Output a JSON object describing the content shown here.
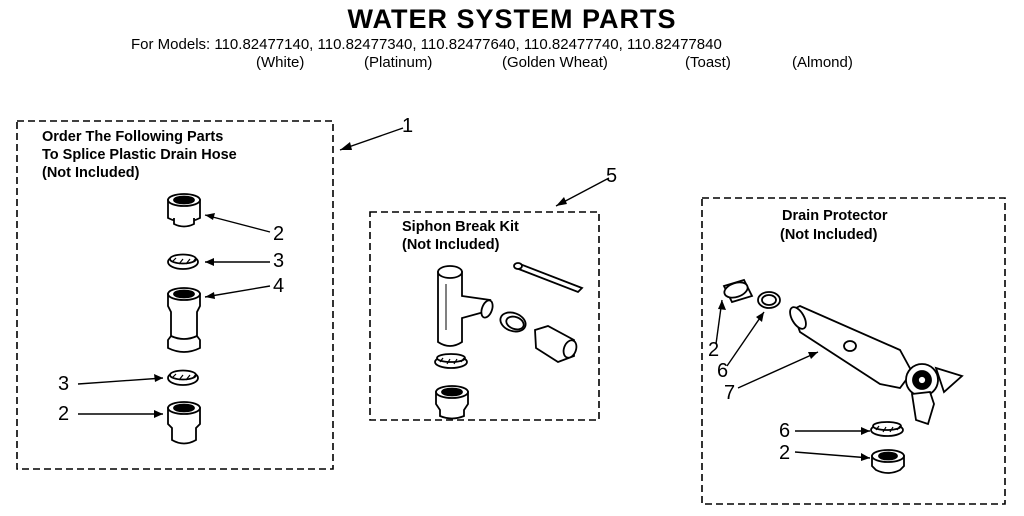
{
  "title": "WATER SYSTEM PARTS",
  "models_line": "For Models: 110.82477140, 110.82477340, 110.82477640, 110.82477740, 110.82477840",
  "colors": [
    "(White)",
    "(Platinum)",
    "(Golden Wheat)",
    "(Toast)",
    "(Almond)"
  ],
  "groups": {
    "splice": {
      "label_lines": [
        "Order The Following Parts",
        "To Splice Plastic Drain Hose",
        "(Not Included)"
      ],
      "callout": "1"
    },
    "siphon": {
      "label_lines": [
        "Siphon Break Kit",
        "(Not Included)"
      ],
      "callout": "5"
    },
    "drain": {
      "label_lines": [
        "Drain Protector",
        "(Not Included)"
      ]
    }
  },
  "callouts": {
    "splice_top_2": "2",
    "splice_top_3": "3",
    "splice_mid_4": "4",
    "splice_bot_3": "3",
    "splice_bot_2": "2",
    "drain_2_left": "2",
    "drain_6_left": "6",
    "drain_7": "7",
    "drain_6_bottom": "6",
    "drain_2_bottom": "2"
  }
}
